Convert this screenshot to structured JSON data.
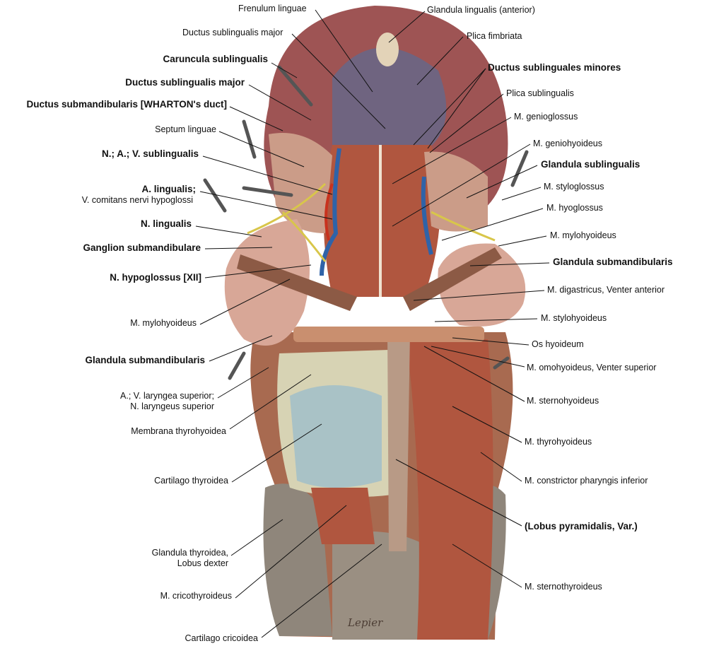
{
  "left_labels": {
    "frenulum": "Frenulum linguae",
    "ductus_subl_major_1": "Ductus sublingualis major",
    "caruncula": "Caruncula sublingualis",
    "ductus_subl_major_2": "Ductus sublingualis major",
    "wharton": "Ductus submandibularis [WHARTON's duct]",
    "septum": "Septum linguae",
    "n_a_v_subl": "N.; A.; V. sublingualis",
    "a_lingualis": "A. lingualis;",
    "v_comitans": "V. comitans nervi hypoglossi",
    "n_lingualis": "N. lingualis",
    "ganglion": "Ganglion submandibulare",
    "n_hypoglossus": "N. hypoglossus [XII]",
    "m_mylohyoideus": "M. mylohyoideus",
    "gl_submand": "Glandula submandibularis",
    "laryngea_1": "A.; V. laryngea superior;",
    "laryngea_2": "N. laryngeus superior",
    "membrana": "Membrana thyrohyoidea",
    "cart_thyroidea": "Cartilago thyroidea",
    "gl_thyroidea_1": "Glandula thyroidea,",
    "gl_thyroidea_2": "Lobus dexter",
    "cricothyroideus": "M. cricothyroideus",
    "cart_cricoidea": "Cartilago cricoidea"
  },
  "right_labels": {
    "gl_lingualis": "Glandula lingualis (anterior)",
    "plica_fimbriata": "Plica fimbriata",
    "ductus_minores": "Ductus sublinguales minores",
    "plica_subl": "Plica sublingualis",
    "genioglossus": "M. genioglossus",
    "geniohyoideus": "M. geniohyoideus",
    "gl_sublingualis": "Glandula sublingualis",
    "styloglossus": "M. styloglossus",
    "hyoglossus": "M. hyoglossus",
    "mylohyoideus": "M. mylohyoideus",
    "gl_submand": "Glandula submandibularis",
    "digastricus": "M. digastricus, Venter anterior",
    "stylohyoideus": "M. stylohyoideus",
    "os_hyoideum": "Os hyoideum",
    "omohyoideus": "M. omohyoideus, Venter superior",
    "sternohyoideus": "M. sternohyoideus",
    "thyrohyoideus": "M. thyrohyoideus",
    "constrictor": "M. constrictor pharyngis inferior",
    "lobus_pyr": "(Lobus pyramidalis, Var.)",
    "sternothyroideus": "M. sternothyroideus"
  },
  "signature": "Lepier",
  "colors": {
    "tongue": "#9e5454",
    "muscle": "#b0563f",
    "gland": "#d8a797",
    "membrane": "#a9c2c6",
    "thyroid": "#8f867b",
    "nerve": "#d8c64a",
    "artery": "#c8321e",
    "vein": "#2f63a8"
  }
}
